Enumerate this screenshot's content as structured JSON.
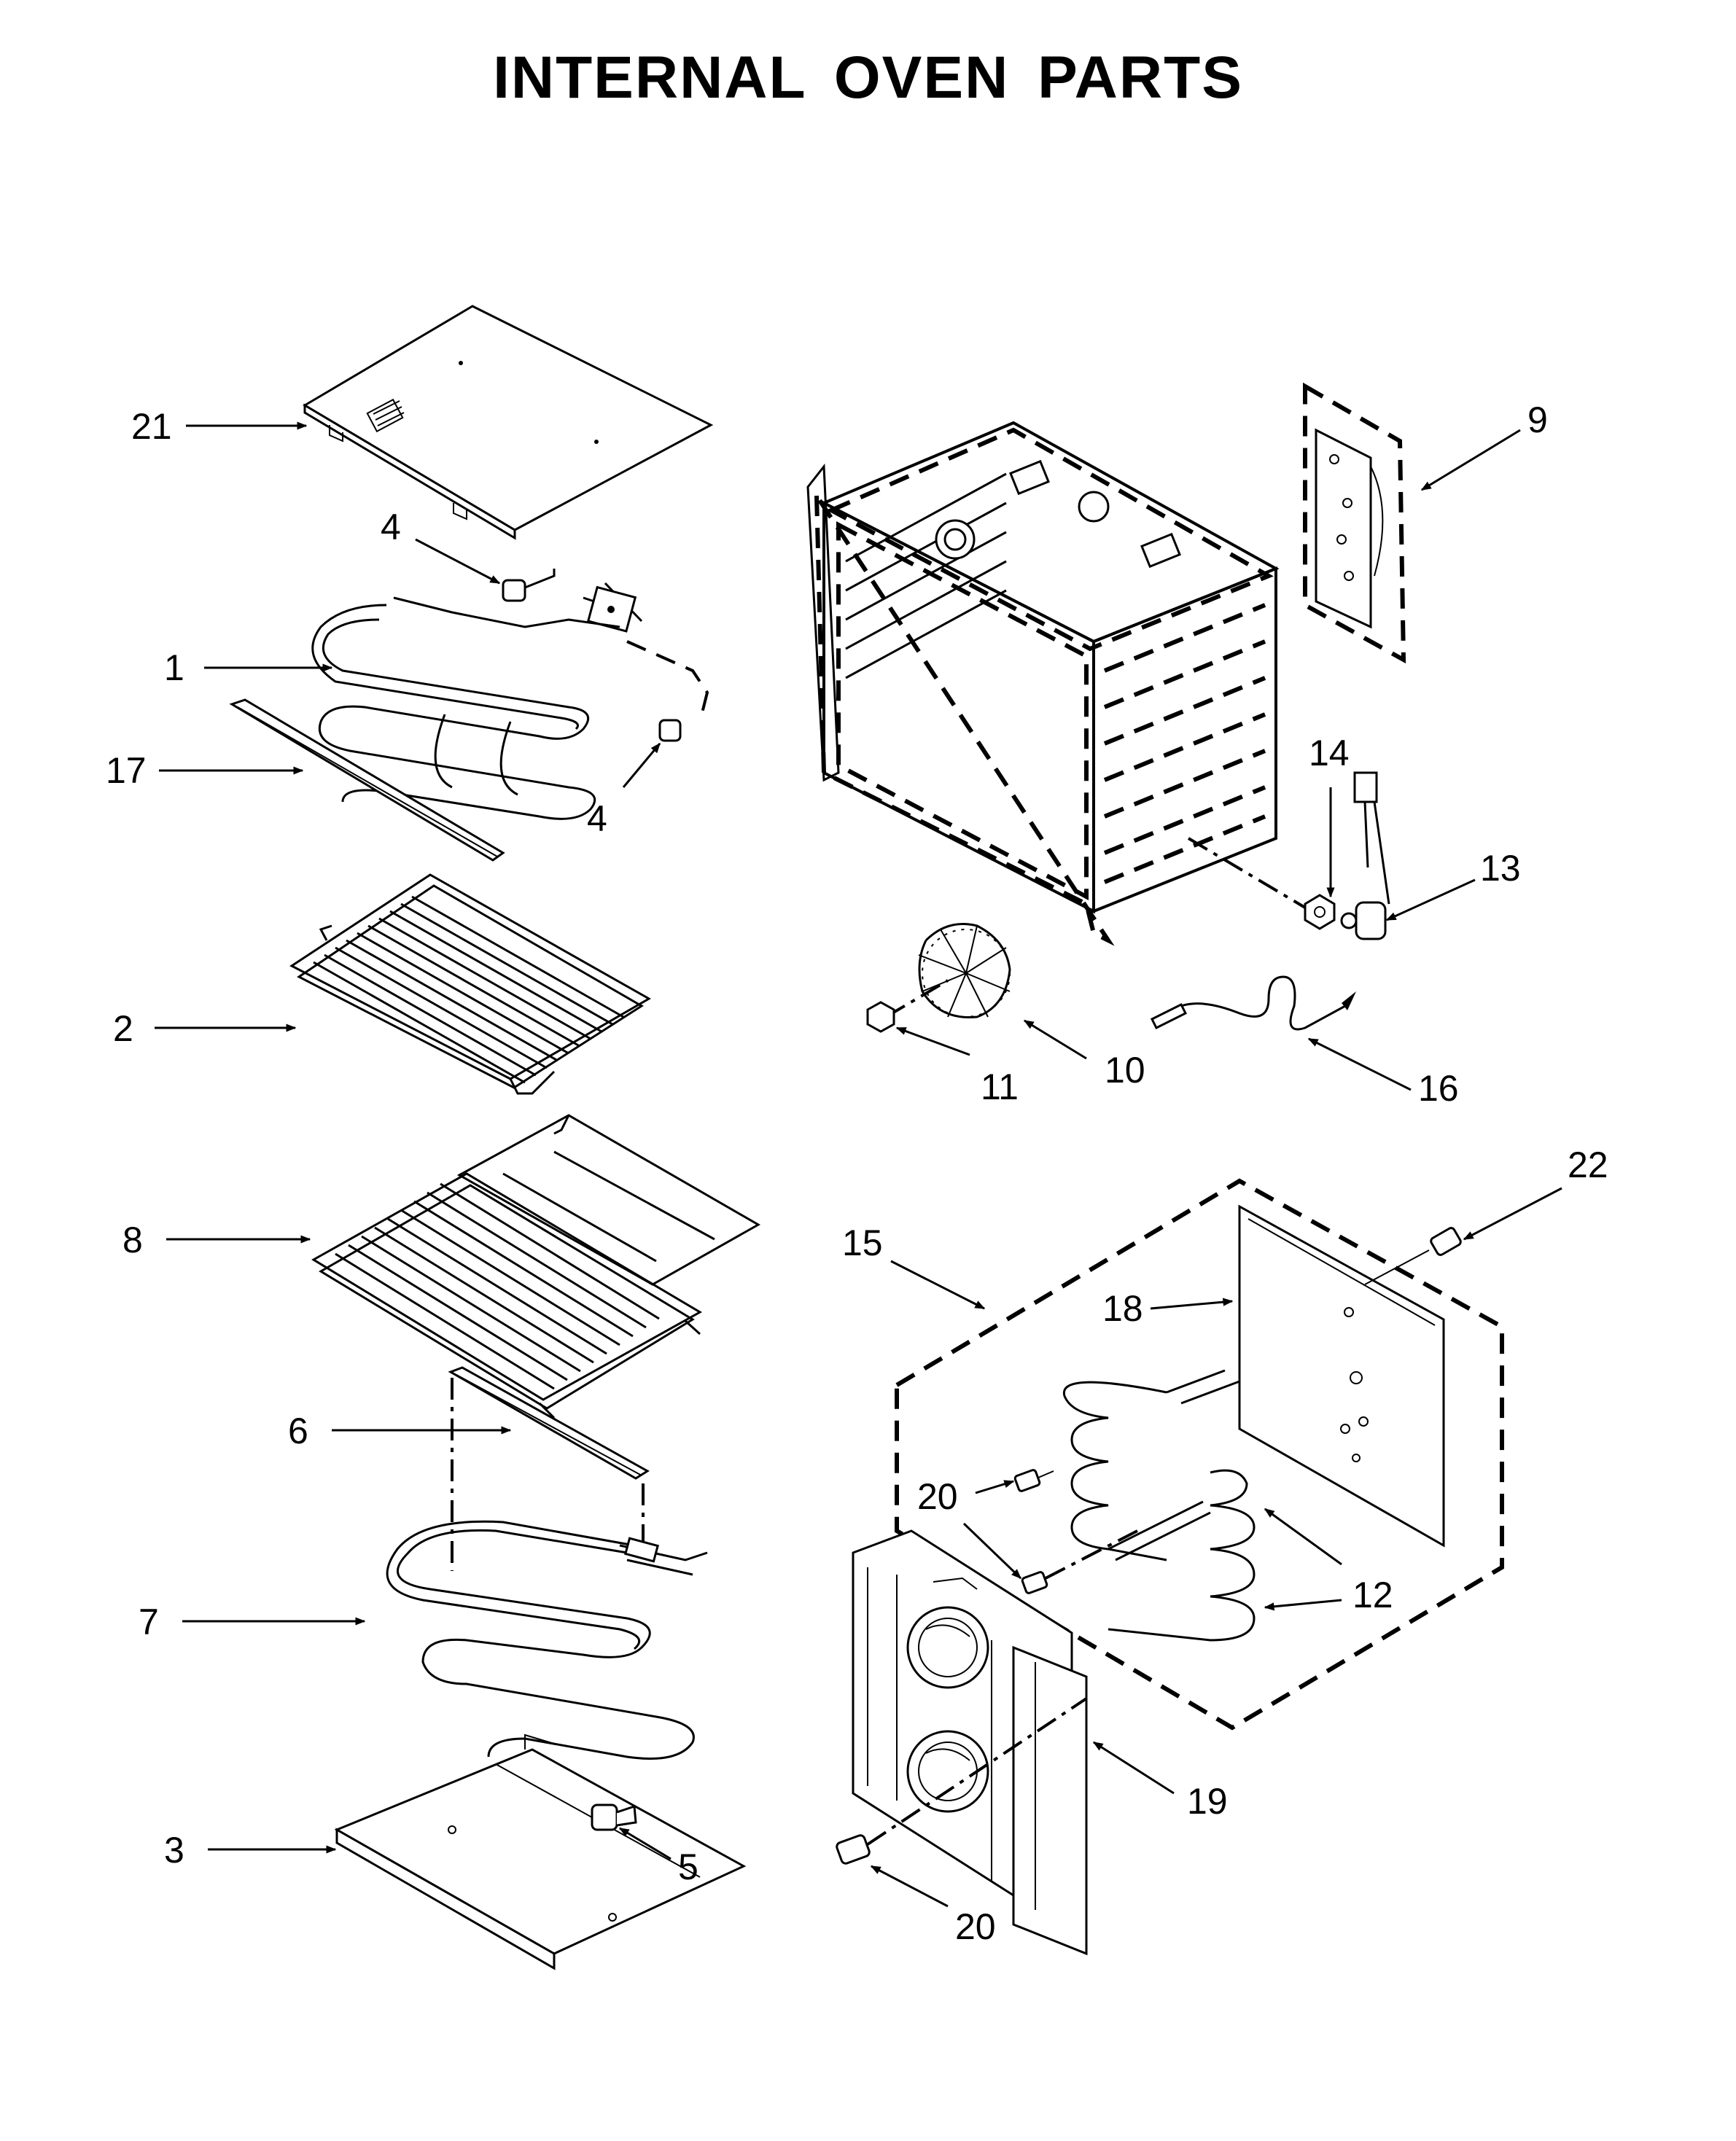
{
  "title": "INTERNAL OVEN PARTS",
  "callouts": [
    {
      "id": "c21",
      "label": "21",
      "part": "top-cover"
    },
    {
      "id": "c4a",
      "label": "4",
      "part": "terminal-screw-upper"
    },
    {
      "id": "c1",
      "label": "1",
      "part": "broil-element"
    },
    {
      "id": "c17",
      "label": "17",
      "part": "element-bracket"
    },
    {
      "id": "c4b",
      "label": "4",
      "part": "terminal-screw-lower"
    },
    {
      "id": "c2",
      "label": "2",
      "part": "oven-rack"
    },
    {
      "id": "c8",
      "label": "8",
      "part": "roll-out-rack"
    },
    {
      "id": "c6",
      "label": "6",
      "part": "bake-element-bracket"
    },
    {
      "id": "c7",
      "label": "7",
      "part": "bake-element"
    },
    {
      "id": "c3",
      "label": "3",
      "part": "oven-bottom"
    },
    {
      "id": "c5",
      "label": "5",
      "part": "bottom-screw"
    },
    {
      "id": "c9",
      "label": "9",
      "part": "sensor-assembly"
    },
    {
      "id": "c14",
      "label": "14",
      "part": "nut"
    },
    {
      "id": "c13",
      "label": "13",
      "part": "motor-assembly"
    },
    {
      "id": "c10",
      "label": "10",
      "part": "fan-blade"
    },
    {
      "id": "c11",
      "label": "11",
      "part": "fan-nut"
    },
    {
      "id": "c16",
      "label": "16",
      "part": "meat-probe"
    },
    {
      "id": "c22",
      "label": "22",
      "part": "cover-screw"
    },
    {
      "id": "c15",
      "label": "15",
      "part": "convection-assembly"
    },
    {
      "id": "c18",
      "label": "18",
      "part": "convection-cover"
    },
    {
      "id": "c20a",
      "label": "20",
      "part": "element-screw-a"
    },
    {
      "id": "c20b",
      "label": "20",
      "part": "element-screw-b"
    },
    {
      "id": "c12",
      "label": "12",
      "part": "convection-element"
    },
    {
      "id": "c19",
      "label": "19",
      "part": "fan-shroud"
    },
    {
      "id": "c20c",
      "label": "20",
      "part": "shroud-screw"
    }
  ]
}
